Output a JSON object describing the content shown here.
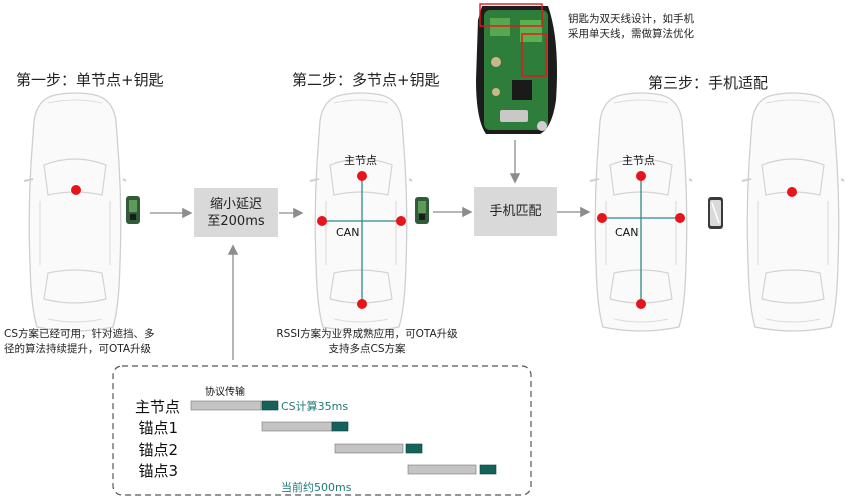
{
  "steps": {
    "step1": "第一步：单节点+钥匙",
    "step2": "第二步：多节点+钥匙",
    "step3": "第三步：手机适配"
  },
  "boxes": {
    "reduce_delay": "缩小延迟\n至200ms",
    "phone_match": "手机匹配"
  },
  "key_note": [
    "钥匙为双天线设计，如手机",
    "采用单天线，需做算法优化"
  ],
  "notes": {
    "cs_note": [
      "CS方案已经可用，针对遮挡、多",
      "径的算法持续提升，可OTA升级"
    ],
    "rssi_note": [
      "RSSI方案为业界成熟应用，可OTA升级",
      "支持多点CS方案"
    ]
  },
  "car_labels": {
    "main_node": "主节点",
    "can": "CAN"
  },
  "timing": {
    "protocol_label": "协议传输",
    "cs_label": "CS计算35ms",
    "current_label": "当前约500ms",
    "rows": [
      "主节点",
      "锚点1",
      "锚点2",
      "锚点3"
    ]
  },
  "colors": {
    "red_node": "#e8141b",
    "box_gray": "#d9d9d9",
    "cs_teal": "#14625c",
    "transfer_gray": "#c4c4c4",
    "arrow_gray": "#8c8c8c"
  }
}
